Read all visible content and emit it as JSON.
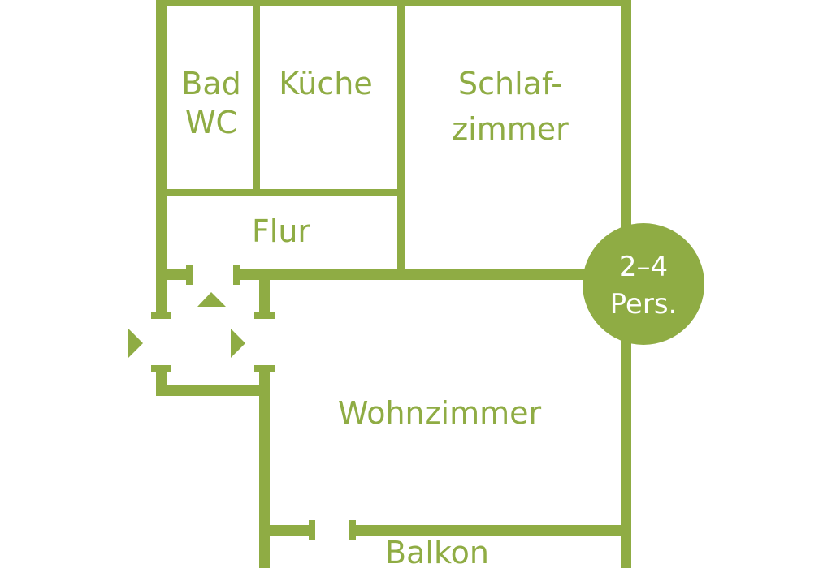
{
  "floorplan": {
    "accent_color": "#8fac44",
    "rooms": {
      "bad_line1": "Bad",
      "bad_line2": "WC",
      "kueche": "Küche",
      "schlaf_line1": "Schlaf-",
      "schlaf_line2": "zimmer",
      "flur": "Flur",
      "wohnzimmer": "Wohnzimmer",
      "balkon": "Balkon"
    },
    "capacity_badge": {
      "line1": "2–4",
      "line2": "Pers."
    },
    "entrance_arrows": [
      "arrow-up-icon",
      "arrow-right-icon",
      "arrow-right-icon"
    ]
  }
}
